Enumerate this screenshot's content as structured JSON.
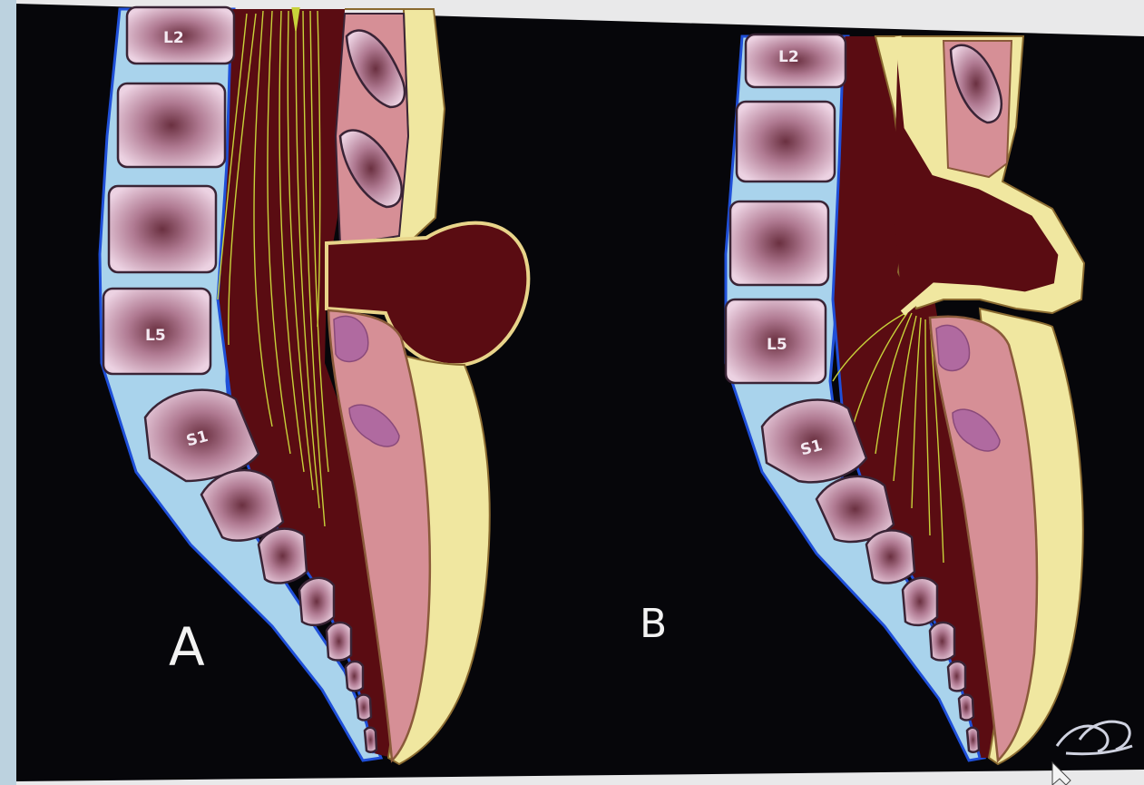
{
  "panels": {
    "a": {
      "label": "A",
      "vertebrae": {
        "top": "L2",
        "lumbar": "L5",
        "sacral": "S1"
      }
    },
    "b": {
      "label": "B",
      "vertebrae": {
        "top": "L2",
        "lumbar": "L5",
        "sacral": "S1"
      }
    }
  },
  "colors": {
    "background": "#06060a",
    "bone": "#d9b6cc",
    "bone_center": "#5a2a3a",
    "disc": "#a9d3ec",
    "dura": "#1f4fd8",
    "canal": "#5a0c12",
    "nerves": "#c8d23a",
    "fat": "#f0e7a0",
    "skin": "#d68f96"
  }
}
